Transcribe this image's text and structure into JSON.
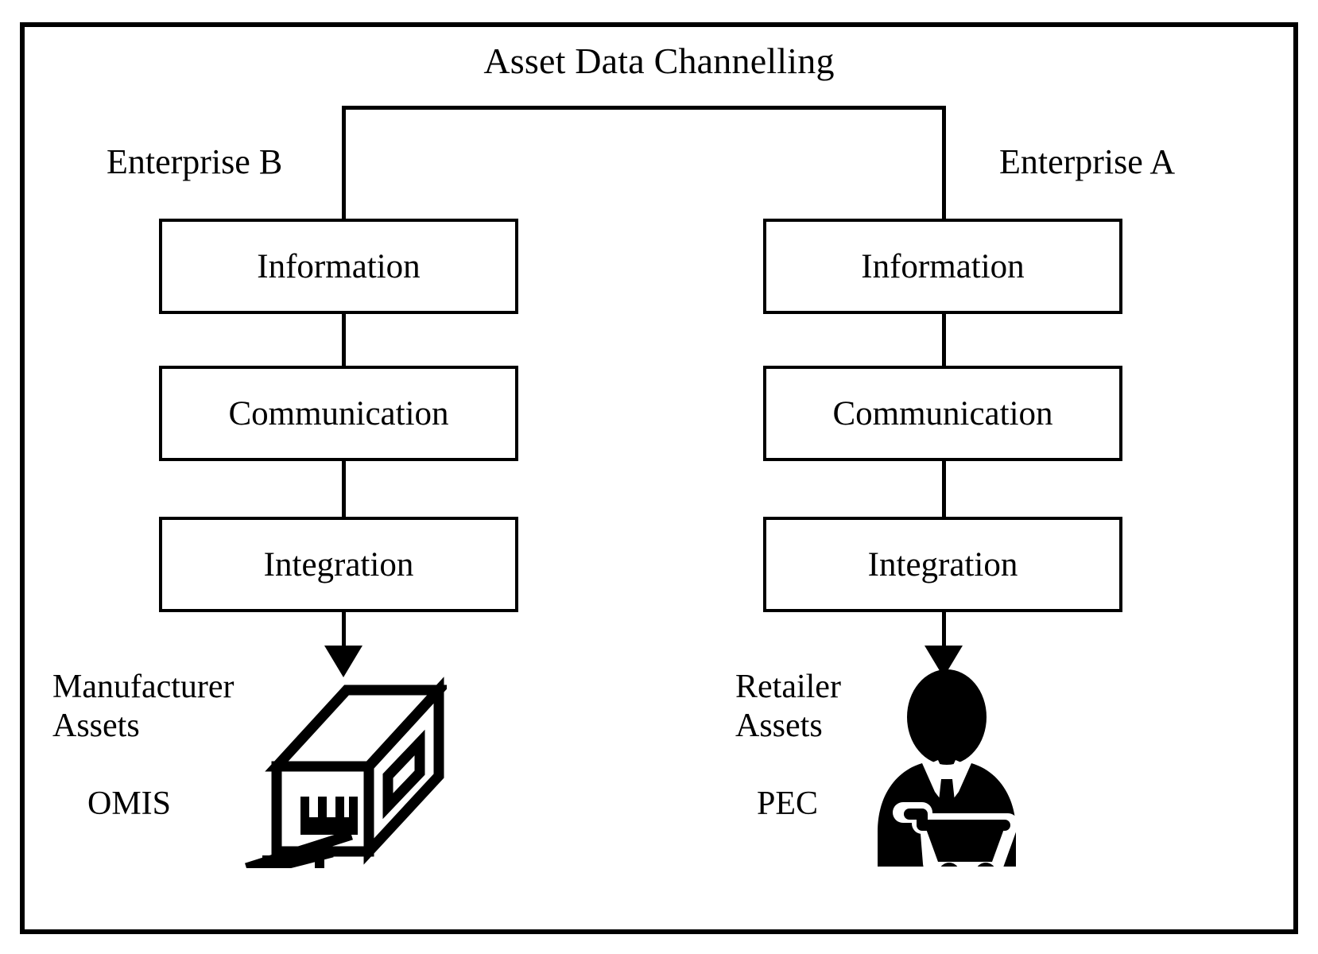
{
  "figure": {
    "title": "Asset Data Channelling",
    "background_color": "#ffffff",
    "line_color": "#000000",
    "frame_color": "#000000"
  },
  "enterprises": {
    "left": {
      "name": "Enterprise B",
      "stages": [
        "Information",
        "Communication",
        "Integration"
      ],
      "asset_label_line1": "Manufacturer",
      "asset_label_line2": "Assets",
      "system_acronym": "OMIS",
      "icon": "factory-machine-icon"
    },
    "right": {
      "name": "Enterprise A",
      "stages": [
        "Information",
        "Communication",
        "Integration"
      ],
      "asset_label_line1": "Retailer",
      "asset_label_line2": "Assets",
      "system_acronym": "PEC",
      "icon": "retail-customer-cart-icon"
    }
  }
}
